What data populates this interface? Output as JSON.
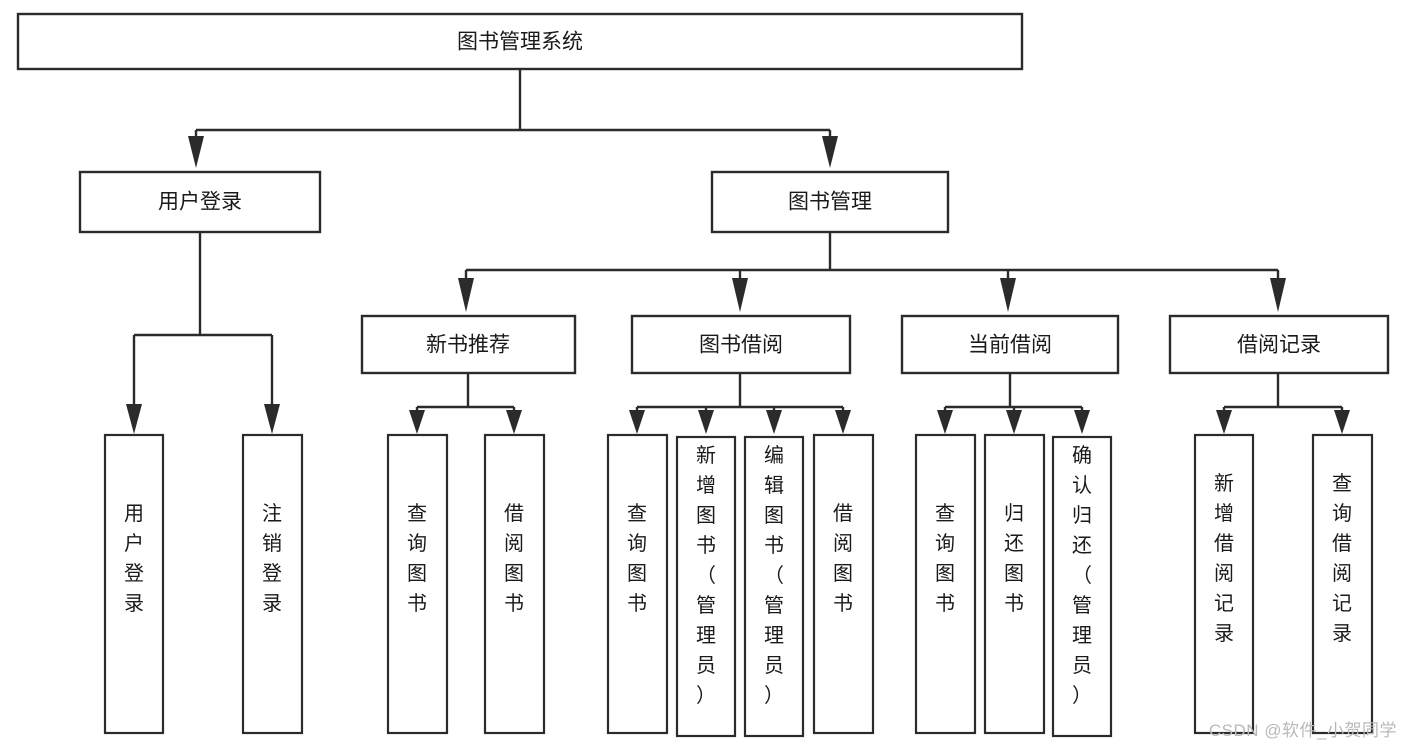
{
  "diagram": {
    "title": "图书管理系统",
    "type": "hierarchy-tree",
    "orientation": "top-down",
    "colors": {
      "stroke": "#2b2b2b",
      "fill": "#ffffff",
      "text": "#1a1a1a",
      "watermark": "#b9b9b9"
    },
    "root": {
      "id": "root",
      "label": "图书管理系统",
      "orientation": "horizontal"
    },
    "level2": [
      {
        "id": "user-login",
        "label": "用户登录",
        "orientation": "horizontal"
      },
      {
        "id": "book-management",
        "label": "图书管理",
        "orientation": "horizontal"
      }
    ],
    "level3": [
      {
        "id": "new-book-recommend",
        "label": "新书推荐",
        "orientation": "horizontal",
        "parent": "book-management"
      },
      {
        "id": "book-borrow",
        "label": "图书借阅",
        "orientation": "horizontal",
        "parent": "book-management"
      },
      {
        "id": "current-borrow",
        "label": "当前借阅",
        "orientation": "horizontal",
        "parent": "book-management"
      },
      {
        "id": "borrow-record",
        "label": "借阅记录",
        "orientation": "horizontal",
        "parent": "book-management"
      }
    ],
    "leaves": [
      {
        "id": "leaf-user-login",
        "label": "用户登录",
        "orientation": "vertical",
        "parent": "user-login"
      },
      {
        "id": "leaf-user-logout",
        "label": "注销登录",
        "orientation": "vertical",
        "parent": "user-login"
      },
      {
        "id": "leaf-query-book-1",
        "label": "查询图书",
        "orientation": "vertical",
        "parent": "new-book-recommend"
      },
      {
        "id": "leaf-borrow-book-1",
        "label": "借阅图书",
        "orientation": "vertical",
        "parent": "new-book-recommend"
      },
      {
        "id": "leaf-query-book-2",
        "label": "查询图书",
        "orientation": "vertical",
        "parent": "book-borrow"
      },
      {
        "id": "leaf-add-book",
        "label": "新增图书（管理员）",
        "orientation": "vertical",
        "parent": "book-borrow"
      },
      {
        "id": "leaf-edit-book",
        "label": "编辑图书（管理员）",
        "orientation": "vertical",
        "parent": "book-borrow"
      },
      {
        "id": "leaf-borrow-book-2",
        "label": "借阅图书",
        "orientation": "vertical",
        "parent": "book-borrow"
      },
      {
        "id": "leaf-query-book-3",
        "label": "查询图书",
        "orientation": "vertical",
        "parent": "current-borrow"
      },
      {
        "id": "leaf-return-book",
        "label": "归还图书",
        "orientation": "vertical",
        "parent": "current-borrow"
      },
      {
        "id": "leaf-confirm-return",
        "label": "确认归还（管理员）",
        "orientation": "vertical",
        "parent": "current-borrow"
      },
      {
        "id": "leaf-add-record",
        "label": "新增借阅记录",
        "orientation": "vertical",
        "parent": "borrow-record"
      },
      {
        "id": "leaf-query-record",
        "label": "查询借阅记录",
        "orientation": "vertical",
        "parent": "borrow-record"
      }
    ]
  },
  "watermark": {
    "text": "CSDN @软件_小贺同学"
  }
}
